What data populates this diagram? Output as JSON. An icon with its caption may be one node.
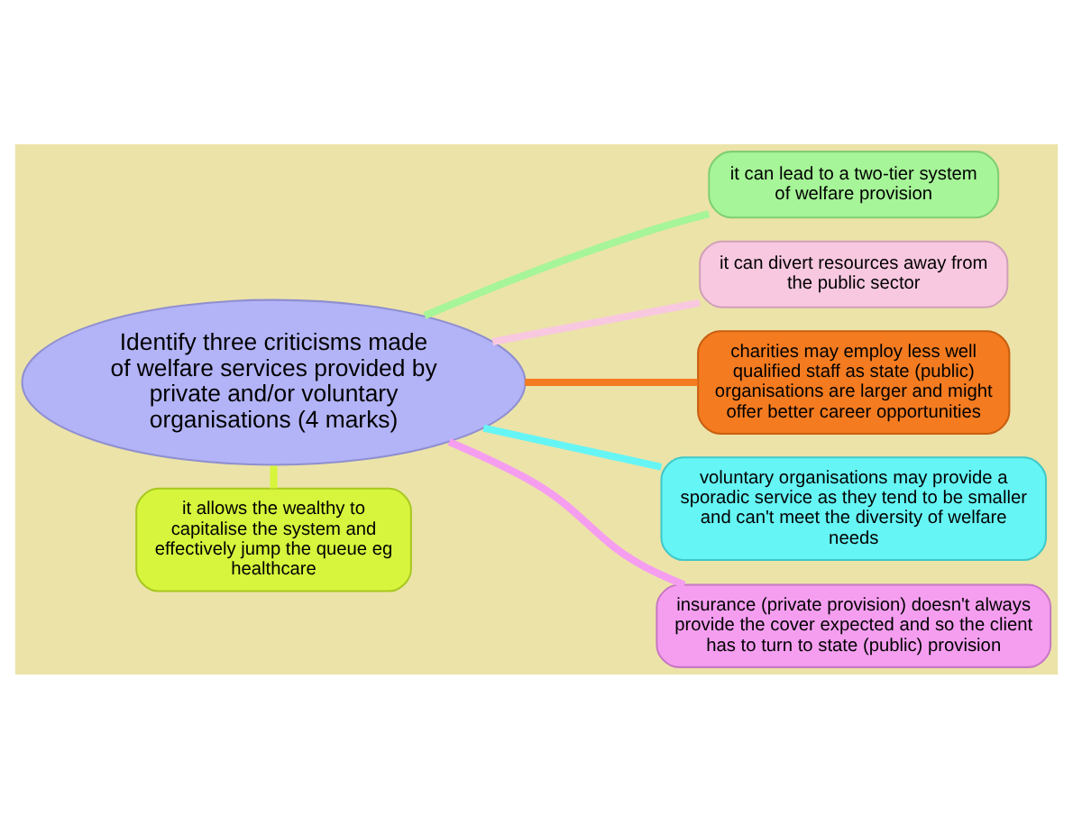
{
  "diagram": {
    "nodes": [
      {
        "text": [
          "Identify three criticisms made of welfare services provided by private and/or voluntary organisations (4 marks)"
        ]
      },
      {
        "text": [
          "it can lead to a two-tier system of welfare provision"
        ]
      },
      {
        "text": [
          "it can divert resources away from the public sector"
        ]
      },
      {
        "text": [
          "charities may employ less well qualified staff as state (public) organisations are larger and might offer better career opportunities"
        ]
      },
      {
        "text": [
          "voluntary organisations may provide a sporadic service as they tend to be smaller and can't meet the diversity of welfare needs"
        ]
      },
      {
        "text": [
          "insurance (private provision) doesn't always provide the cover expected and so the client has to turn to state (public) provision"
        ]
      },
      {
        "text": [
          "it allows the wealthy to capitalise the system and effectively jump the queue eg healthcare"
        ]
      }
    ],
    "edges": [
      {
        "from": 0,
        "to": 1,
        "arrow": "none",
        "color": "#a6f598"
      },
      {
        "from": 0,
        "to": 2,
        "arrow": "none",
        "color": "#f8c8e0"
      },
      {
        "from": 0,
        "to": 3,
        "arrow": "none",
        "color": "#f47b20"
      },
      {
        "from": 0,
        "to": 4,
        "arrow": "none",
        "color": "#66f5f5"
      },
      {
        "from": 0,
        "to": 5,
        "arrow": "none",
        "color": "#f59ef0"
      },
      {
        "from": 0,
        "to": 6,
        "arrow": "none",
        "color": "#d6f53c"
      }
    ]
  }
}
